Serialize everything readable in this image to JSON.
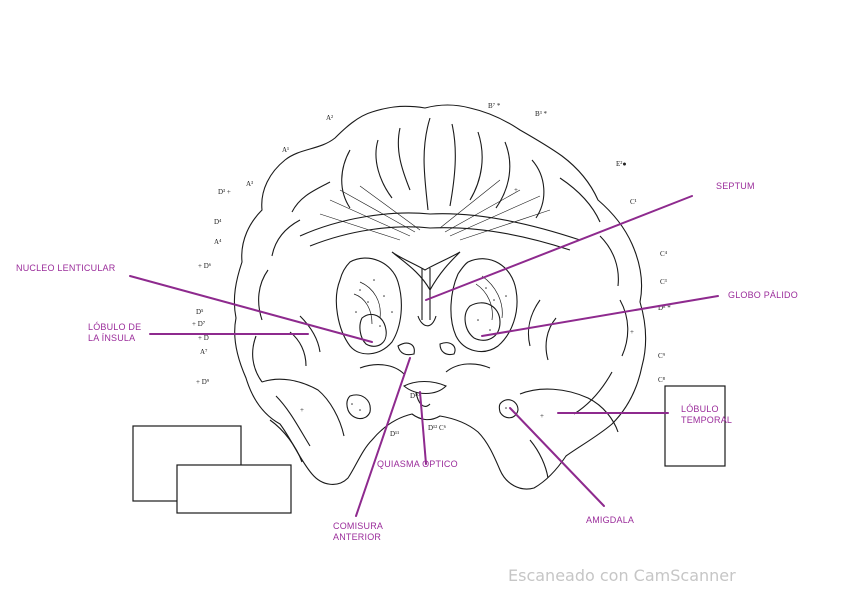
{
  "labels": {
    "septum": "SEPTUM",
    "nucleo_lenticular": "NUCLEO LENTICULAR",
    "globo_palido": "GLOBO PÁLIDO",
    "lobulo_insula": "LÓBULO DE\nLA ÍNSULA",
    "lobulo_temporal": "LÓBULO\nTEMPORAL",
    "quiasma_optico": "QUIASMA OPTICO",
    "comisura_anterior": "COMISURA\nANTERIOR",
    "amigdala": "AMIGDALA"
  },
  "watermark": "Escaneado con CamScanner",
  "colors": {
    "label": "#9b2d9b",
    "line": "#8e2a8e",
    "ink": "#1a1a1a",
    "watermark": "#c6c6c6"
  }
}
